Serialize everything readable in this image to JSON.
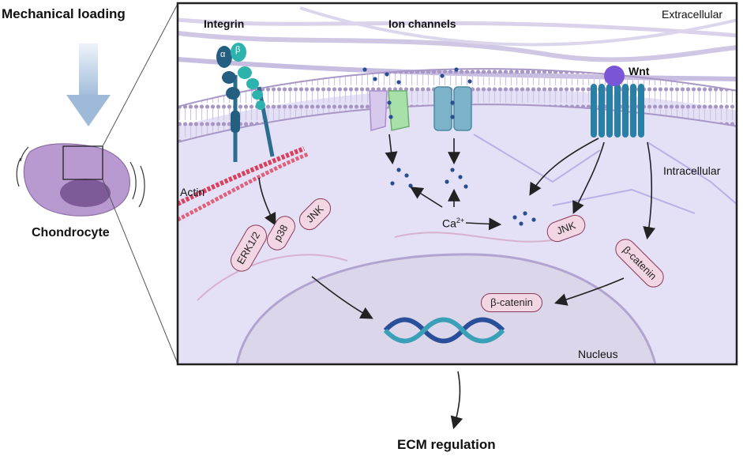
{
  "left_panel": {
    "mechanical_loading": "Mechanical loading",
    "cell_label": "Chondrocyte"
  },
  "inset": {
    "integrin": "Integrin",
    "integrin_alpha": "α",
    "integrin_beta": "β",
    "ion_channels": "Ion channels",
    "extracellular": "Extracellular",
    "intracellular": "Intracellular",
    "wnt": "Wnt",
    "actin": "Actin",
    "calcium_base": "Ca",
    "calcium_sup": "2+",
    "nucleus": "Nucleus",
    "erk": "ERK1/2",
    "p38": "p38",
    "jnk_left": "JNK",
    "jnk_right": "JNK",
    "beta_catenin_cyto": "β-catenin",
    "beta_catenin_nuc": "β-catenin"
  },
  "output_label": "ECM regulation",
  "colors": {
    "membrane": "#b7a5cf",
    "cytoplasm": "#e4e0f6",
    "nucleus": "#dcd6ea",
    "pill_fill": "#f3d6e3",
    "pill_border": "#8a3a5a",
    "integrin": "#2b6d8f",
    "wnt_ligand": "#7a55d6",
    "actin": "#d9405e",
    "dna_1": "#2a4f9a",
    "dna_2": "#3aa0b8"
  }
}
